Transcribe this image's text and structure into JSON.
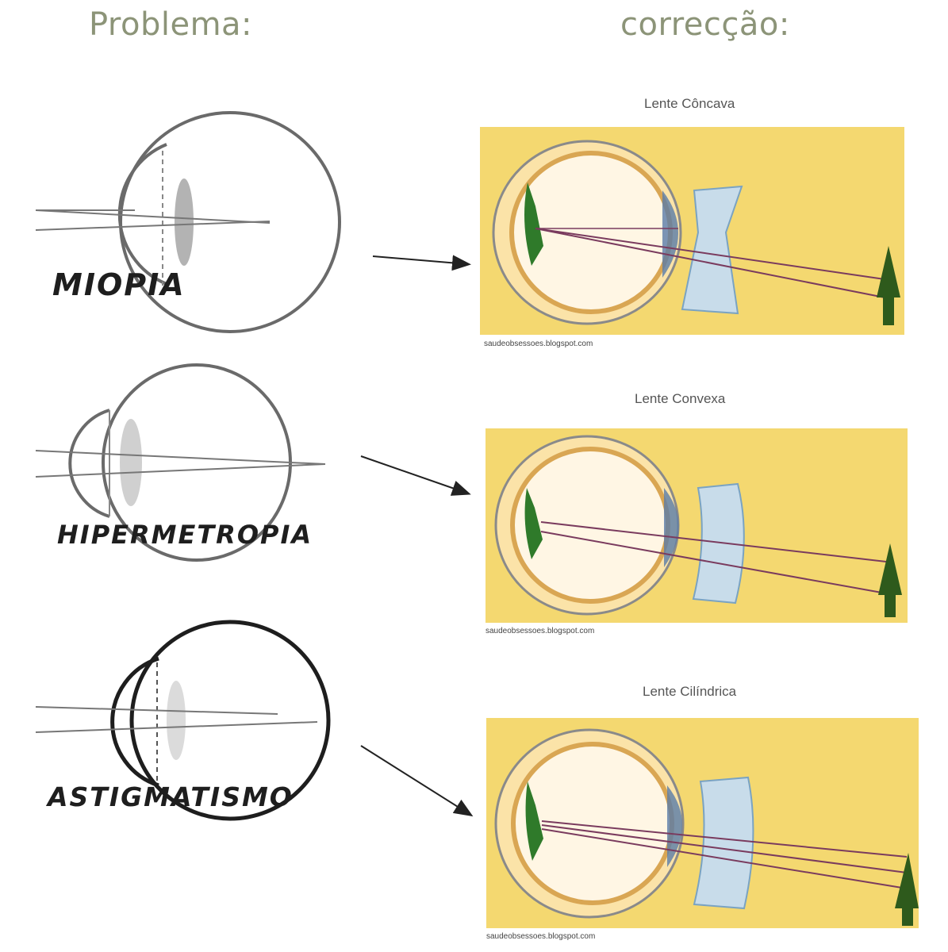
{
  "headers": {
    "problem": "Problema:",
    "correction": "correcção:"
  },
  "rows": [
    {
      "label": "MIOPIA",
      "lens_title": "Lente Côncava",
      "credit": "saudeobsessoes.blogspot.com"
    },
    {
      "label": "HIPERMETROPIA",
      "lens_title": "Lente Convexa",
      "credit": "saudeobsessoes.blogspot.com"
    },
    {
      "label": "ASTIGMATISMO",
      "lens_title": "Lente Cilíndrica",
      "credit": "saudeobsessoes.blogspot.com"
    }
  ],
  "colors": {
    "panel_bg": "#f4d870",
    "eye_outline": "#555555",
    "tree": "#2e5a1c",
    "lens": "#c8dcea",
    "retina": "#2f7a2a",
    "header": "#8c9478"
  }
}
